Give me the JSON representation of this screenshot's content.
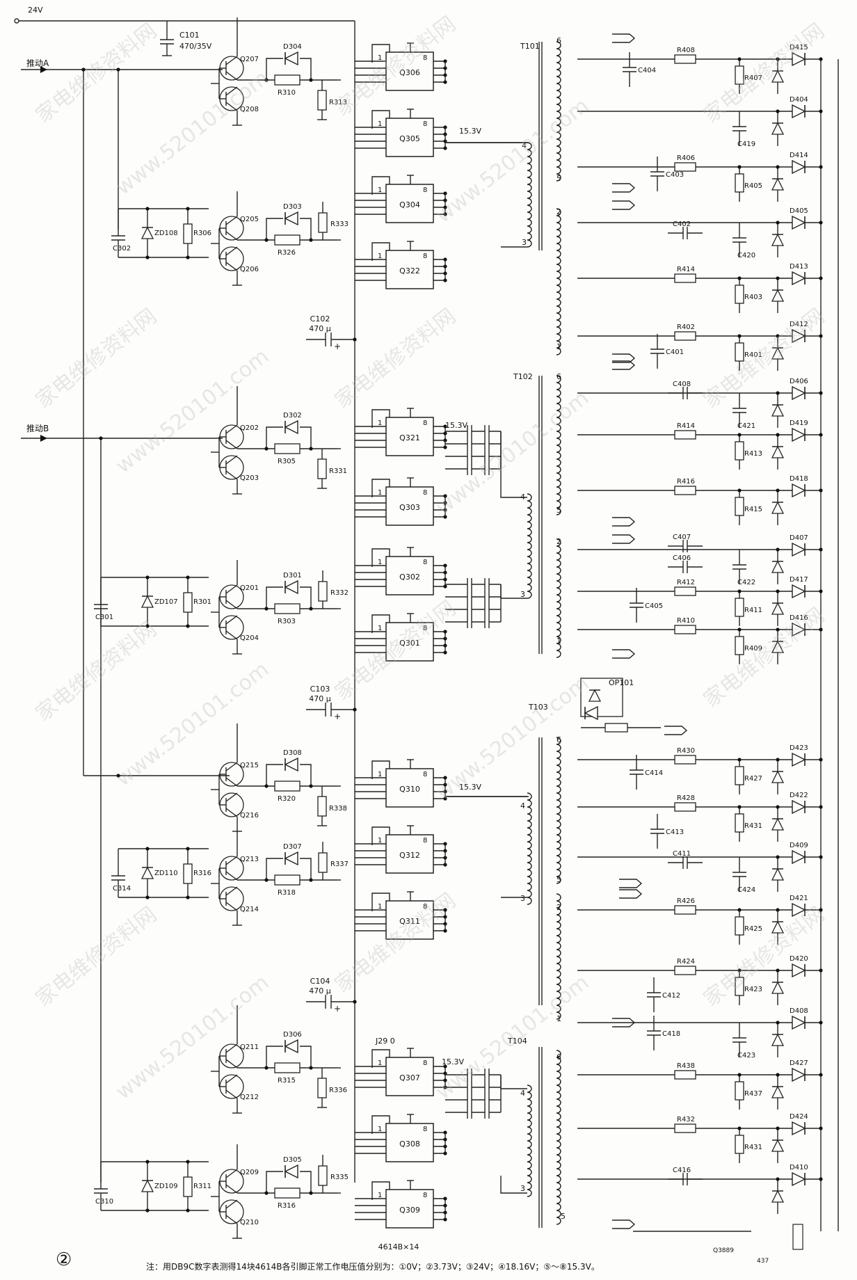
{
  "figure_number": "②",
  "note": "注：用DB9C数字表测得14块4614B各引脚正常工作电压值分别为：①0V；②3.73V；③24V；④18.16V；⑤～⑧15.3V。",
  "inputs": {
    "supply": "24V",
    "drive_a": "推动A",
    "drive_b": "推动B"
  },
  "watermarks": [
    "家电维修资料网",
    "www.520101.com"
  ],
  "caps_top": [
    {
      "ref": "C101",
      "value": "470/35V"
    },
    {
      "ref": "C102",
      "value": "470 μ"
    },
    {
      "ref": "C103",
      "value": "470 μ"
    },
    {
      "ref": "C104",
      "value": "470 μ"
    }
  ],
  "rail_label": "15.3V",
  "stages": [
    {
      "qa": "Q207",
      "qb": "Q208",
      "d": "D304",
      "rs": "R310",
      "rb": "R313",
      "cap": "",
      "zd": "",
      "rz": ""
    },
    {
      "qa": "Q205",
      "qb": "Q206",
      "d": "D303",
      "rs": "R326",
      "rb": "R333",
      "cap": "C302",
      "zd": "ZD108",
      "rz": "R306"
    },
    {
      "qa": "Q202",
      "qb": "Q203",
      "d": "D302",
      "rs": "R305",
      "rb": "R331",
      "cap": "",
      "zd": "",
      "rz": ""
    },
    {
      "qa": "Q201",
      "qb": "Q204",
      "d": "D301",
      "rs": "R303",
      "rb": "R332",
      "cap": "C301",
      "zd": "ZD107",
      "rz": "R301"
    },
    {
      "qa": "Q215",
      "qb": "Q216",
      "d": "D308",
      "rs": "R320",
      "rb": "R338",
      "cap": "",
      "zd": "",
      "rz": ""
    },
    {
      "qa": "Q213",
      "qb": "Q214",
      "d": "D307",
      "rs": "R318",
      "rb": "R337",
      "cap": "C314",
      "zd": "ZD110",
      "rz": "R316"
    },
    {
      "qa": "Q211",
      "qb": "Q212",
      "d": "D306",
      "rs": "R315",
      "rb": "R336",
      "cap": "",
      "zd": "",
      "rz": ""
    },
    {
      "qa": "Q209",
      "qb": "Q210",
      "d": "D305",
      "rs": "R316",
      "rb": "R335",
      "cap": "C310",
      "zd": "ZD109",
      "rz": "R311"
    }
  ],
  "ics": [
    "Q306",
    "Q305",
    "Q304",
    "Q322",
    "Q321",
    "Q303",
    "Q302",
    "Q301",
    "Q310",
    "Q312",
    "Q311",
    "Q307",
    "Q308",
    "Q309"
  ],
  "ic_pin_labels": {
    "pin1": "1",
    "pin8": "8"
  },
  "ic_part": "4614B×14",
  "jumper": "J29  0",
  "transformers": [
    "T101",
    "T102",
    "T103",
    "T104"
  ],
  "winding_pins": [
    "6",
    "5",
    "4",
    "3",
    "2",
    "1"
  ],
  "optocoupler": "OP101",
  "outputs": [
    {
      "r": "R408",
      "r2": "R407",
      "d": "D415",
      "c": ""
    },
    {
      "r": "",
      "r2": "",
      "d": "D404",
      "c": "C419"
    },
    {
      "r": "R406",
      "r2": "R405",
      "d": "D414",
      "c": ""
    },
    {
      "r": "",
      "r2": "",
      "d": "D405",
      "c": "C420"
    },
    {
      "r": "R414",
      "r2": "R403",
      "d": "D413",
      "c": ""
    },
    {
      "r": "R402",
      "r2": "R401",
      "d": "D412",
      "c": ""
    },
    {
      "r": "",
      "r2": "",
      "d": "D406",
      "c": "C421"
    },
    {
      "r": "R414",
      "r2": "R413",
      "d": "D419",
      "c": ""
    },
    {
      "r": "R416",
      "r2": "R415",
      "d": "D418",
      "c": ""
    },
    {
      "r": "",
      "r2": "",
      "d": "D407",
      "c": "C422"
    },
    {
      "r": "R412",
      "r2": "R411",
      "d": "D417",
      "c": ""
    },
    {
      "r": "R410",
      "r2": "R409",
      "d": "D416",
      "c": ""
    },
    {
      "r": "R430",
      "r2": "R427",
      "d": "D423",
      "c": ""
    },
    {
      "r": "R428",
      "r2": "R431",
      "d": "D422",
      "c": ""
    },
    {
      "r": "",
      "r2": "",
      "d": "D409",
      "c": "C424"
    },
    {
      "r": "R426",
      "r2": "R425",
      "d": "D421",
      "c": ""
    },
    {
      "r": "R424",
      "r2": "R423",
      "d": "D420",
      "c": ""
    },
    {
      "r": "",
      "r2": "",
      "d": "D408",
      "c": "C423"
    },
    {
      "r": "R438",
      "r2": "R437",
      "d": "D427",
      "c": ""
    },
    {
      "r": "R432",
      "r2": "R431",
      "d": "D424",
      "c": ""
    },
    {
      "r": "",
      "r2": "",
      "d": "D410",
      "c": ""
    }
  ],
  "coupling_caps": [
    "C404",
    "C403",
    "C402",
    "C401",
    "C408",
    "C407",
    "C406",
    "C405",
    "C414",
    "C413",
    "C411",
    "C412",
    "C418",
    "C416"
  ],
  "bottom_labels": [
    "Q3889",
    "437"
  ]
}
